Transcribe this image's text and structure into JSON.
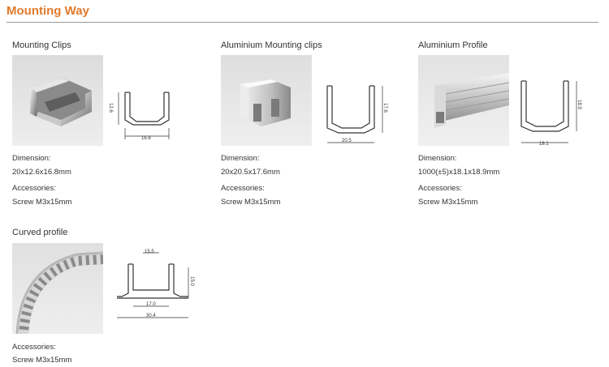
{
  "page": {
    "title": "Mounting Way"
  },
  "items": [
    {
      "title": "Mounting Clips",
      "dimension_label": "Dimension:",
      "dimension_value": "20x12.6x16.8mm",
      "accessories_label": "Accessories:",
      "accessories_value": "Screw M3x15mm",
      "dims": {
        "width": "16.8",
        "height": "12.6"
      }
    },
    {
      "title": "Aluminium Mounting clips",
      "dimension_label": "Dimension:",
      "dimension_value": "20x20.5x17.6mm",
      "accessories_label": "Accessories:",
      "accessories_value": "Screw M3x15mm",
      "dims": {
        "width": "20.5",
        "height": "17.6"
      }
    },
    {
      "title": "Aluminium Profile",
      "dimension_label": "Dimension:",
      "dimension_value": "1000(±5)x18.1x18.9mm",
      "accessories_label": "Accessories:",
      "accessories_value": "Screw M3x15mm",
      "dims": {
        "width": "18.1",
        "height": "18.9"
      }
    },
    {
      "title": "Curved profile",
      "accessories_label": "Accessories:",
      "accessories_value": "Screw M3x15mm",
      "dims": {
        "top": "15.5",
        "inner": "17.0",
        "bottom": "30.4",
        "height": "15.0"
      }
    }
  ]
}
